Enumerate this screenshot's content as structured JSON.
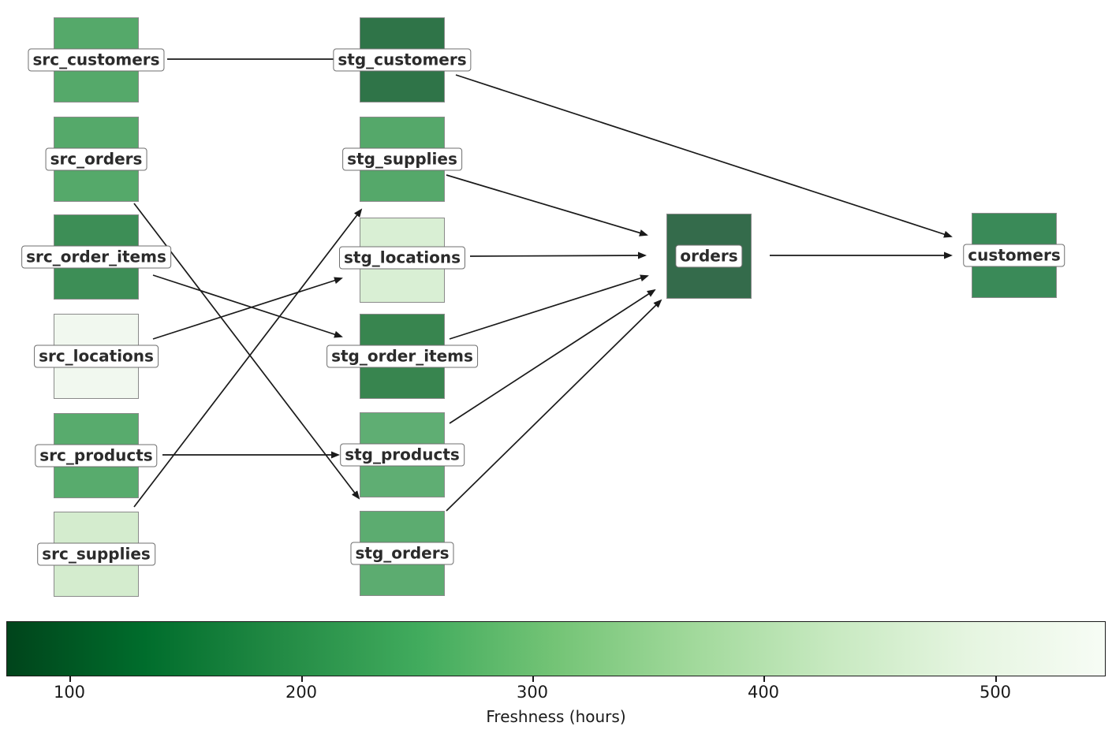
{
  "diagram": {
    "nodes": [
      {
        "id": "src_customers",
        "label": "src_customers",
        "color": "#55a96a"
      },
      {
        "id": "src_orders",
        "label": "src_orders",
        "color": "#55a96a"
      },
      {
        "id": "src_order_items",
        "label": "src_order_items",
        "color": "#3d8e56"
      },
      {
        "id": "src_locations",
        "label": "src_locations",
        "color": "#f1f8ef"
      },
      {
        "id": "src_products",
        "label": "src_products",
        "color": "#58ab6d"
      },
      {
        "id": "src_supplies",
        "label": "src_supplies",
        "color": "#d4ecce"
      },
      {
        "id": "stg_customers",
        "label": "stg_customers",
        "color": "#2f7448"
      },
      {
        "id": "stg_supplies",
        "label": "stg_supplies",
        "color": "#55a86a"
      },
      {
        "id": "stg_locations",
        "label": "stg_locations",
        "color": "#d9efd4"
      },
      {
        "id": "stg_order_items",
        "label": "stg_order_items",
        "color": "#38854f"
      },
      {
        "id": "stg_products",
        "label": "stg_products",
        "color": "#5fae73"
      },
      {
        "id": "stg_orders",
        "label": "stg_orders",
        "color": "#5cac70"
      },
      {
        "id": "orders",
        "label": "orders",
        "color": "#346b4b"
      },
      {
        "id": "customers",
        "label": "customers",
        "color": "#3a8a58"
      }
    ],
    "edges": [
      {
        "from": "src_customers",
        "to": "stg_customers"
      },
      {
        "from": "src_orders",
        "to": "stg_orders"
      },
      {
        "from": "src_order_items",
        "to": "stg_order_items"
      },
      {
        "from": "src_locations",
        "to": "stg_locations"
      },
      {
        "from": "src_products",
        "to": "stg_products"
      },
      {
        "from": "src_supplies",
        "to": "stg_supplies"
      },
      {
        "from": "stg_customers",
        "to": "customers"
      },
      {
        "from": "stg_supplies",
        "to": "orders"
      },
      {
        "from": "stg_locations",
        "to": "orders"
      },
      {
        "from": "stg_order_items",
        "to": "orders"
      },
      {
        "from": "stg_products",
        "to": "orders"
      },
      {
        "from": "stg_orders",
        "to": "orders"
      },
      {
        "from": "orders",
        "to": "customers"
      }
    ],
    "edge_color": "#1a1a1a"
  },
  "colorbar": {
    "label": "Freshness (hours)",
    "ticks": [
      "100",
      "200",
      "300",
      "400",
      "500"
    ],
    "gradient": [
      "#00441b",
      "#006d2c",
      "#238b45",
      "#41ab5d",
      "#74c476",
      "#a1d99b",
      "#c7e9c0",
      "#e5f5e0",
      "#f7fcf5"
    ]
  }
}
